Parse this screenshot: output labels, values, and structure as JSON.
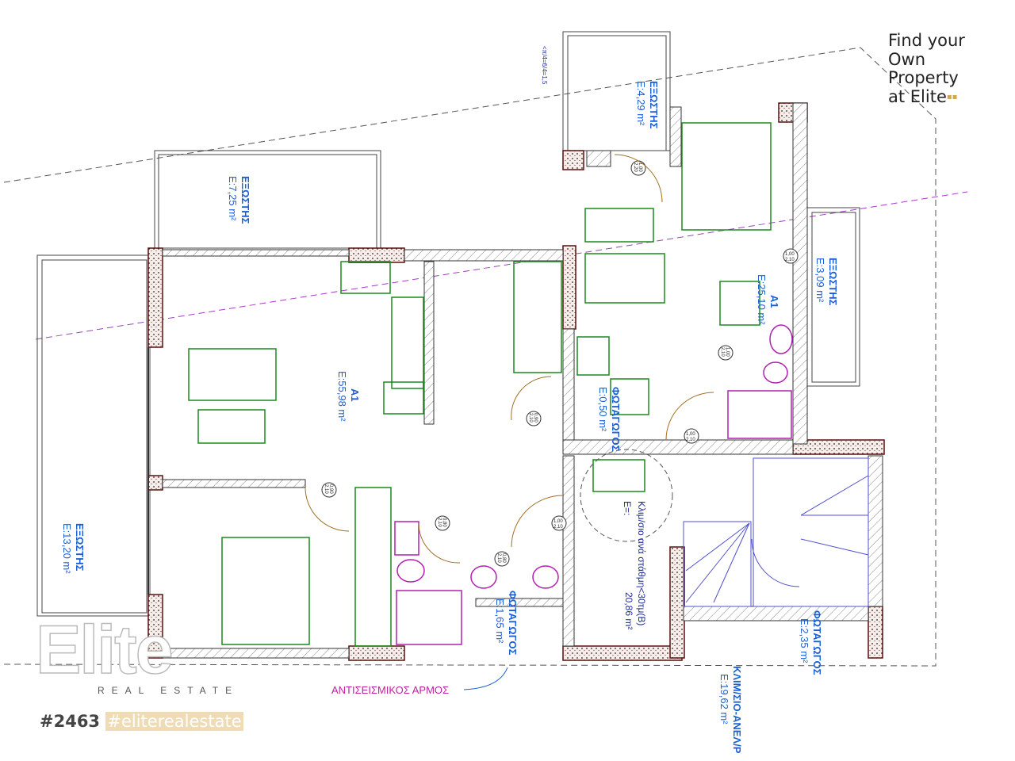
{
  "promo": {
    "line1": "Find your",
    "line2": "Own",
    "line3": "Property",
    "line4": "at Elite"
  },
  "logo": {
    "word": "Elite",
    "subtitle": "REAL ESTATE"
  },
  "listing": {
    "id": "#2463",
    "hashtag": "#eliterealestate"
  },
  "labels": {
    "balcony_a": {
      "name": "ΕΞΩΣΤΗΣ",
      "area": "Ε:7,25 m²"
    },
    "balcony_b": {
      "name": "ΕΞΩΣΤΗΣ",
      "area": "Ε:4,29 m²"
    },
    "balcony_c": {
      "name": "ΕΞΩΣΤΗΣ",
      "area": "Ε:3,09 m²"
    },
    "balcony_d": {
      "name": "ΕΞΩΣΤΗΣ",
      "area": "Ε:13,20 m²"
    },
    "apt_large": {
      "name": "A1",
      "area": "Ε:55,98 m²"
    },
    "apt_small": {
      "name": "A1",
      "area": "Ε:25,10 m²"
    },
    "light_a": {
      "name": "ΦΩΤΑΓΩΓΟΣ",
      "area": "Ε:0,50 m²"
    },
    "light_b": {
      "name": "ΦΩΤΑΓΩΓΟΣ",
      "area": "Ε:1,65 m²"
    },
    "light_c": {
      "name": "ΦΩΤΑΓΩΓΟΣ",
      "area": "Ε:2,35 m²"
    },
    "stair_level": {
      "name": "Κλιμ/σιο ανά στάθμη<30τμ(Β)",
      "area": "20,86 m²",
      "e": "Ε=:"
    },
    "stair_elev": {
      "name": "ΚΛΙΜ/ΣΙΟ-ΑΝΕΛ/Ρ",
      "area": "Ε:19,62 m²"
    },
    "setback": "<π/4=6/4=1,5",
    "joint": "ΑΝΤΙΣΕΙΣΜΙΚΟΣ ΑΡΜΟΣ"
  },
  "doors": [
    {
      "w": "1,00",
      "h": "2,20"
    },
    {
      "w": "1,00",
      "h": "2,10"
    },
    {
      "w": "1,00",
      "h": "2,10"
    },
    {
      "w": "0,90",
      "h": "2,10"
    },
    {
      "w": "0,90",
      "h": "2,10"
    },
    {
      "w": "0,80",
      "h": "2,10"
    },
    {
      "w": "0,80",
      "h": "2,10"
    },
    {
      "w": "1,00",
      "h": "2,10"
    },
    {
      "w": "1,00",
      "h": "2,10"
    }
  ],
  "colors": {
    "label": "#1a5fd6",
    "furniture": "#1c8a1c",
    "sanitary": "#b020b0",
    "stairs": "#5050d0",
    "accent": "#d4a84a"
  }
}
